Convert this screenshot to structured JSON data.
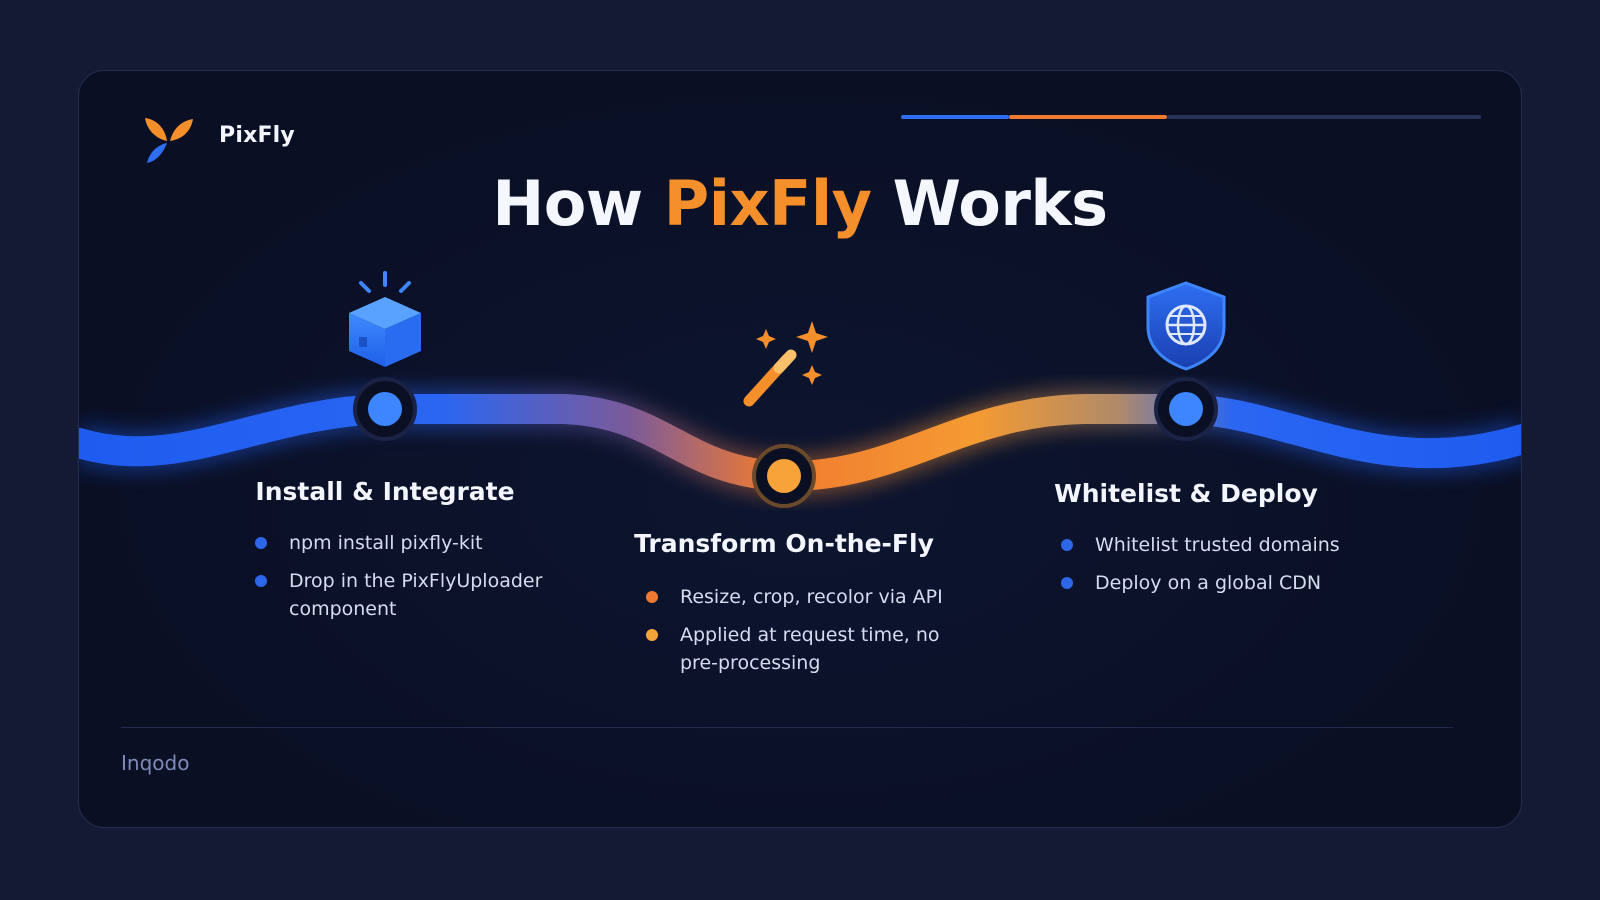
{
  "brand": {
    "name": "PixFly"
  },
  "title": {
    "prefix": "How",
    "highlight": "PixFly",
    "suffix": "Works"
  },
  "progress": {
    "segments": [
      "blue",
      "orange",
      "inactive"
    ]
  },
  "colors": {
    "blue": "#2f6ef0",
    "orange": "#f58f2c",
    "background": "#0a0f24"
  },
  "steps": [
    {
      "title": "Install & Integrate",
      "icon": "package-box-icon",
      "bullets": [
        "npm install pixfly-kit",
        "Drop in the PixFlyUploader component"
      ]
    },
    {
      "title": "Transform On-the-Fly",
      "icon": "magic-wand-icon",
      "bullets": [
        "Resize, crop, recolor via API",
        "Applied at request time, no pre-processing"
      ]
    },
    {
      "title": "Whitelist & Deploy",
      "icon": "shield-globe-icon",
      "bullets": [
        "Whitelist trusted domains",
        "Deploy on a global CDN"
      ]
    }
  ],
  "footer": {
    "text": "Inqodo"
  }
}
